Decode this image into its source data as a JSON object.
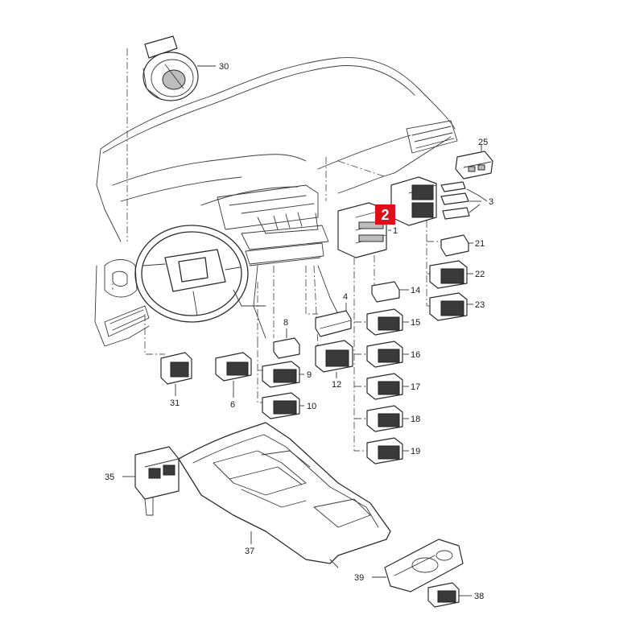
{
  "diagram": {
    "highlight": {
      "label": "2",
      "color": "#e00d1a"
    },
    "callouts": [
      "30",
      "25",
      "3",
      "1",
      "21",
      "22",
      "23",
      "14",
      "15",
      "16",
      "17",
      "18",
      "19",
      "4",
      "8",
      "9",
      "10",
      "12",
      "31",
      "6",
      "35",
      "37",
      "39",
      "38"
    ]
  }
}
